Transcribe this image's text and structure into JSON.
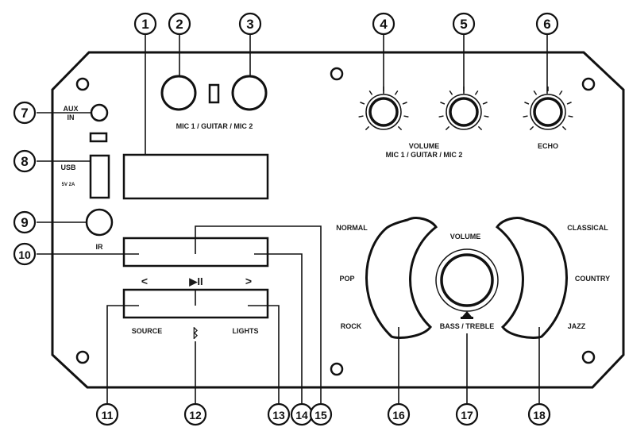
{
  "callouts": [
    "1",
    "2",
    "3",
    "4",
    "5",
    "6",
    "7",
    "8",
    "9",
    "10",
    "11",
    "12",
    "13",
    "14",
    "15",
    "16",
    "17",
    "18"
  ],
  "labels": {
    "mic_inputs": "MIC 1 / GUITAR / MIC 2",
    "volume_line1": "VOLUME",
    "volume_line2": "MIC 1 / GUITAR / MIC 2",
    "echo": "ECHO",
    "aux_line1": "AUX",
    "aux_line2": "IN",
    "usb": "USB",
    "usb_spec": "5V 2A",
    "ir": "IR",
    "prev_symbol": "<",
    "play_pause_symbol": "▶II",
    "next_symbol": ">",
    "source": "SOURCE",
    "lights": "LIGHTS",
    "bluetooth_symbol": "ᛒ",
    "normal": "NORMAL",
    "pop": "POP",
    "rock": "ROCK",
    "main_volume": "VOLUME",
    "bass_treble": "BASS / TREBLE",
    "classical": "CLASSICAL",
    "country": "COUNTRY",
    "jazz": "JAZZ"
  }
}
